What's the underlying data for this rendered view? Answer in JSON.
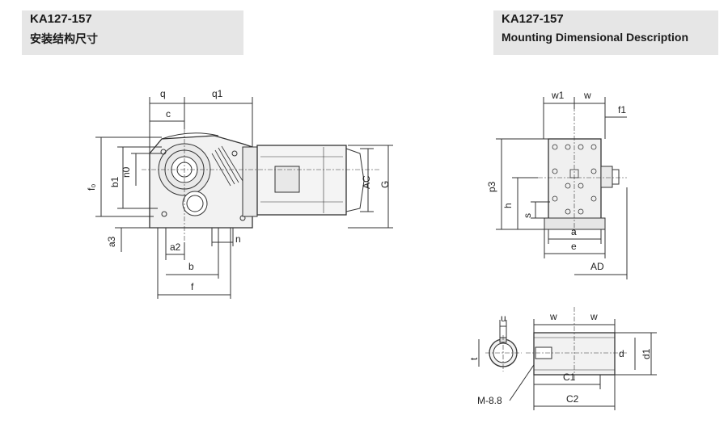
{
  "header_left": {
    "model": "KA127-157",
    "subtitle": "安装结构尺寸"
  },
  "header_right": {
    "model": "KA127-157",
    "subtitle": "Mounting Dimensional Description"
  },
  "front_view": {
    "dims": {
      "q": "q",
      "q1": "q1",
      "c": "c",
      "f0": "f₀",
      "b1": "b1",
      "n0": "n0",
      "ac": "AC",
      "g": "G",
      "a3": "a3",
      "a2": "a2",
      "n": "n",
      "b": "b",
      "f": "f"
    }
  },
  "side_view": {
    "dims": {
      "w1": "w1",
      "w": "w",
      "f1": "f1",
      "p3": "p3",
      "h": "h",
      "s": "s",
      "a": "a",
      "e": "e",
      "ad": "AD"
    }
  },
  "shaft_view": {
    "dims": {
      "u": "u",
      "t": "t",
      "w_left": "w",
      "w_right": "w",
      "d": "d",
      "d1": "d1",
      "c1": "C1",
      "c2": "C2",
      "thread": "M-8.8"
    }
  },
  "colors": {
    "header_bg": "#e6e6e6",
    "line": "#333333"
  }
}
